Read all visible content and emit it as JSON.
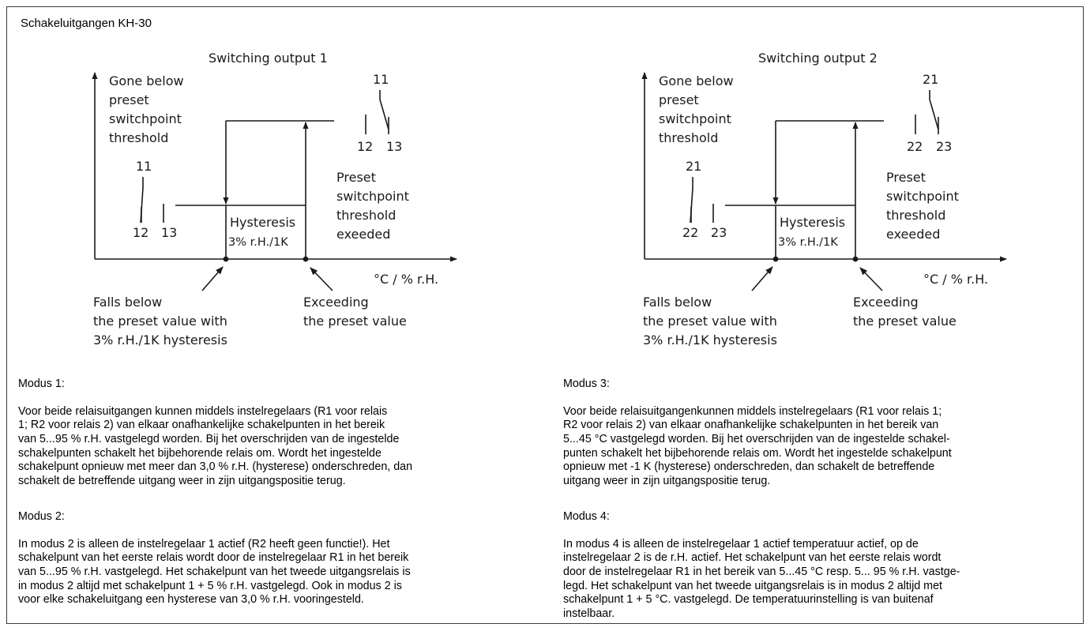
{
  "page": {
    "title": "Schakeluitgangen KH-30"
  },
  "diagrams": [
    {
      "title": "Switching output 1",
      "y_label": [
        "Gone below",
        "preset",
        "switchpoint",
        "threshold"
      ],
      "x_label": "°C / % r.H.",
      "contact_top": {
        "common": "11",
        "left": "12",
        "right": "13"
      },
      "contact_bottom": {
        "common": "11",
        "left": "12",
        "right": "13"
      },
      "hysteresis_label": "Hysteresis",
      "hysteresis_value": "3% r.H./1K",
      "exceeded_label": [
        "Preset",
        "switchpoint",
        "threshold",
        "exeeded"
      ],
      "falls_below_label": [
        "Falls below",
        "the preset value with",
        "3% r.H./1K hysteresis"
      ],
      "exceeding_label": [
        "Exceeding",
        "the preset value"
      ]
    },
    {
      "title": "Switching output 2",
      "y_label": [
        "Gone below",
        "preset",
        "switchpoint",
        "threshold"
      ],
      "x_label": "°C / % r.H.",
      "contact_top": {
        "common": "21",
        "left": "22",
        "right": "23"
      },
      "contact_bottom": {
        "common": "21",
        "left": "22",
        "right": "23"
      },
      "hysteresis_label": "Hysteresis",
      "hysteresis_value": "3% r.H./1K",
      "exceeded_label": [
        "Preset",
        "switchpoint",
        "threshold",
        "exeeded"
      ],
      "falls_below_label": [
        "Falls below",
        "the preset value with",
        "3% r.H./1K hysteresis"
      ],
      "exceeding_label": [
        "Exceeding",
        "the preset value"
      ]
    }
  ],
  "modes": {
    "modus1": {
      "title": "Modus 1:",
      "body": "Voor beide relaisuitgangen kunnen middels instelregelaars (R1 voor relais\n1; R2 voor relais 2) van elkaar onafhankelijke schakelpunten in het bereik\nvan 5...95 % r.H. vastgelegd worden. Bij het overschrijden van de ingestelde\nschakelpunten schakelt het bijbehorende relais om. Wordt het ingestelde\nschakelpunt opnieuw met meer dan 3,0 % r.H. (hysterese) onderschreden, dan\nschakelt de betreffende uitgang weer in zijn uitgangspositie terug."
    },
    "modus2": {
      "title": "Modus 2:",
      "body": "In modus 2 is alleen de instelregelaar 1 actief (R2 heeft geen functie!). Het\nschakelpunt van het eerste relais wordt door de instelregelaar R1 in het bereik\nvan 5...95 % r.H. vastgelegd. Het schakelpunt van het tweede uitgangsrelais is\nin modus 2 altijd met schakelpunt 1 + 5 % r.H. vastgelegd. Ook in modus 2 is\nvoor elke schakeluitgang een hysterese van 3,0 % r.H. vooringesteld."
    },
    "modus3": {
      "title": "Modus 3:",
      "body": "Voor beide relaisuitgangenkunnen middels instelregelaars (R1 voor relais 1;\nR2 voor relais 2) van elkaar onafhankelijke schakelpunten in het bereik van\n5...45 °C vastgelegd worden. Bij het overschrijden van de ingestelde schakel-\npunten schakelt het bijbehorende relais om. Wordt het ingestelde schakelpunt\nopnieuw met -1 K (hysterese) onderschreden, dan schakelt de betreffende\nuitgang weer in zijn uitgangspositie terug."
    },
    "modus4": {
      "title": "Modus 4:",
      "body": "In modus 4 is alleen de instelregelaar 1 actief temperatuur actief, op de\ninstelregelaar 2 is de r.H. actief. Het schakelpunt van het eerste relais wordt\ndoor de instelregelaar R1 in het bereik van 5...45 °C resp. 5... 95 % r.H. vastge-\nlegd. Het schakelpunt van het tweede uitgangsrelais is in modus 2 altijd met\nschakelpunt 1 + 5 °C. vastgelegd. De temperatuurinstelling is van buitenaf\ninstelbaar."
    }
  }
}
